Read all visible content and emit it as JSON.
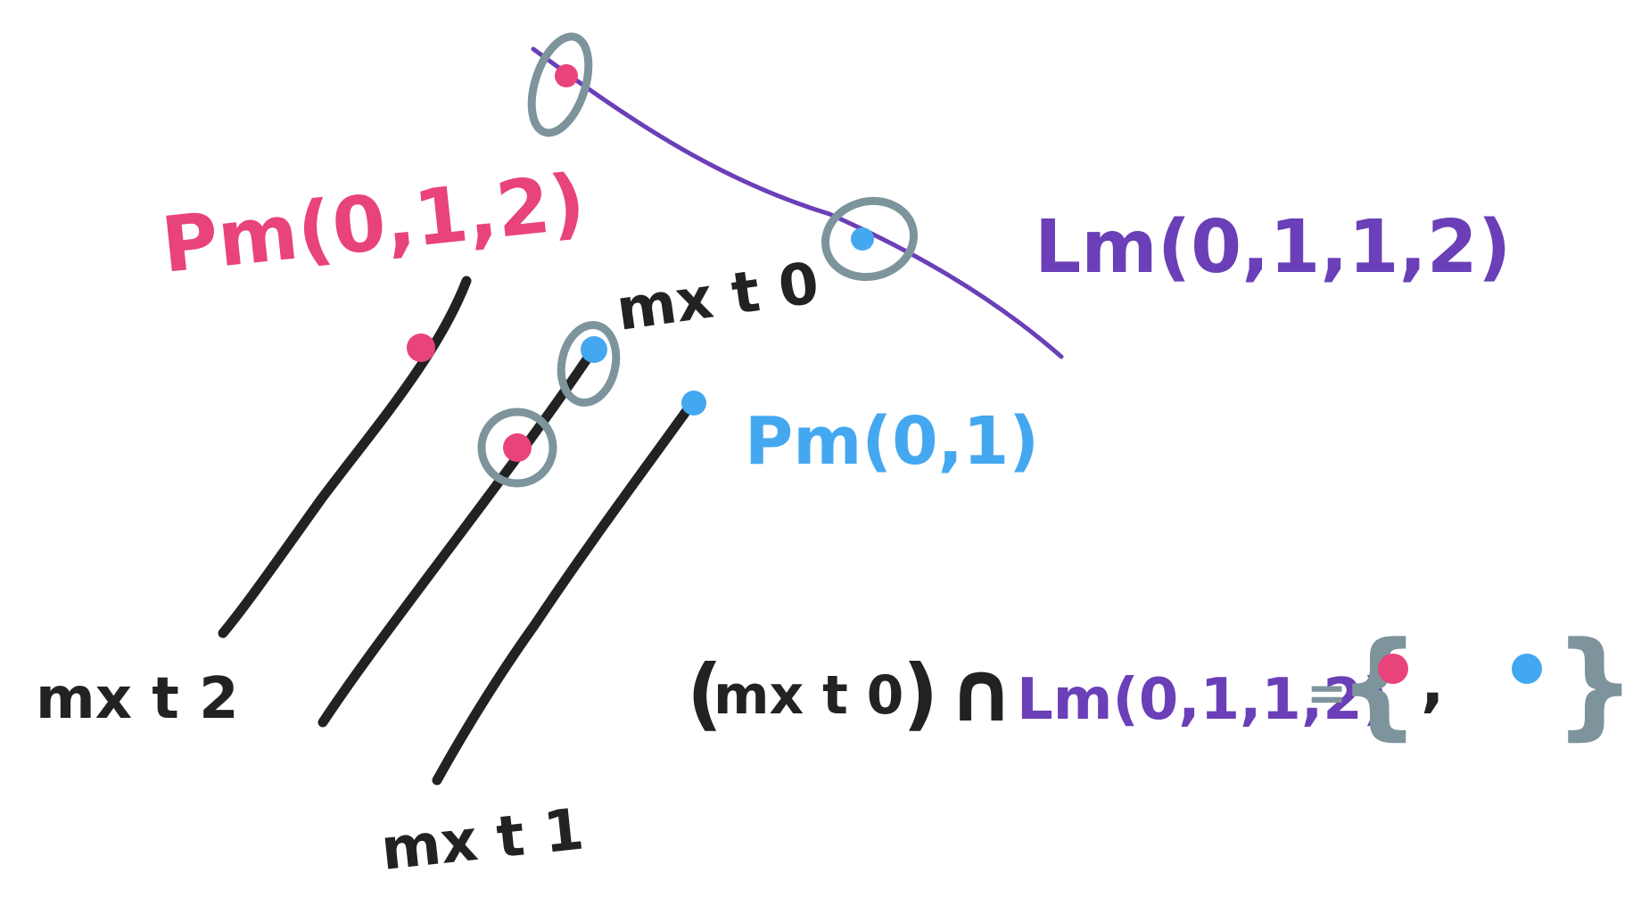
{
  "colors": {
    "background": "#ffffff",
    "ink": "#222222",
    "pink": "#e8437a",
    "blue": "#44a8f0",
    "purple": "#6a3fb8",
    "gray": "#7d949c"
  },
  "labels": {
    "pm_0_1_2": "Pm(0,1,2)",
    "lm_0_1_1_2": "Lm(0,1,1,2)",
    "pm_0_1": "Pm(0,1)",
    "mx_t_0": "mx t 0",
    "mx_t_2": "mx t 2",
    "mx_t_1": "mx t 1"
  },
  "equation": {
    "lhs_paren_open": "(",
    "lhs_term": "mx t 0",
    "lhs_paren_close": ")",
    "cap_symbol": "∩",
    "rhs_term": "Lm(0,1,1,2)",
    "equals": "=",
    "brace_open": "{",
    "comma": ",",
    "brace_close": "}"
  }
}
